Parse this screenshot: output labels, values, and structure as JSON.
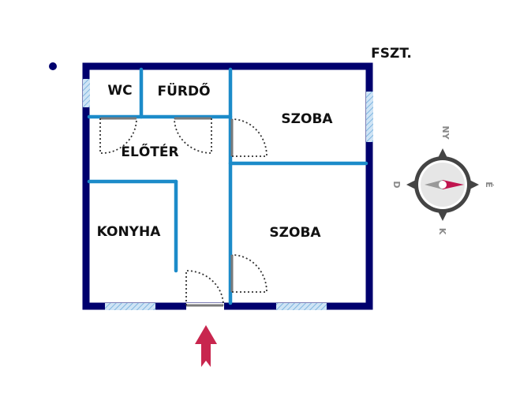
{
  "floor_label": "FSZT.",
  "rooms": [
    "WC",
    "FÜRDŐ",
    "SZOBA",
    "ELŐTÉR",
    "KONYHA",
    "SZOBA"
  ],
  "compass": {
    "north": "NY",
    "east": "É",
    "south": "K",
    "west": "D"
  },
  "colors": {
    "outer_wall": "#00006e",
    "inner_wall": "#1c8bc9",
    "window": "#9cc8ea",
    "entrance_arrow": "#c8264e",
    "needle": "#c0144e"
  }
}
